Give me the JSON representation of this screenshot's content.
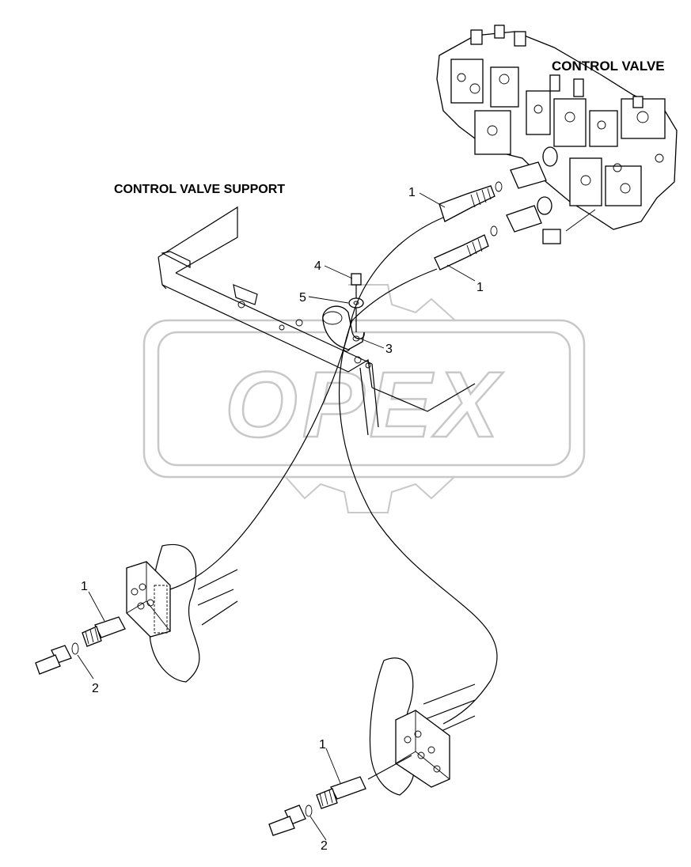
{
  "labels": {
    "control_valve": "CONTROL VALVE",
    "control_valve_support": "CONTROL VALVE SUPPORT"
  },
  "callouts": {
    "hose_top_1": "1",
    "hose_top_2": "1",
    "bolt": "4",
    "washer": "5",
    "clamp": "3",
    "hose_left": "1",
    "oring_left": "2",
    "hose_bottom": "1",
    "oring_bottom": "2"
  },
  "watermark": {
    "text": "OPEX"
  }
}
